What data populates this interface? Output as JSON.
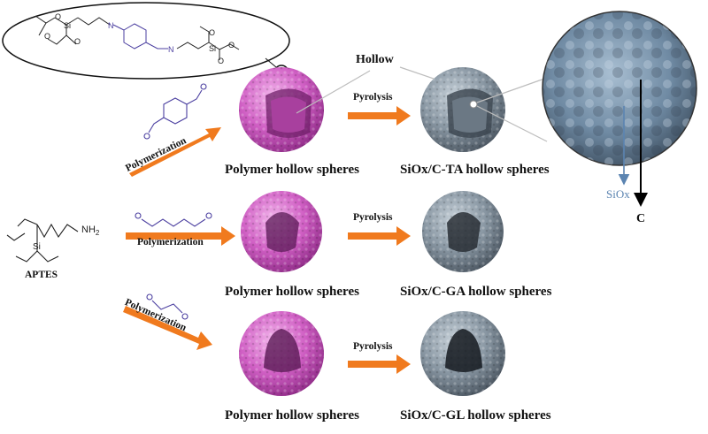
{
  "labels": {
    "hollow": "Hollow",
    "pyrolysis": "Pyrolysis",
    "polymerization": "Polymerization",
    "aptes": "APTES",
    "polymer_hollow_spheres": "Polymer hollow spheres",
    "siox_c_ta": "SiOx/C-TA hollow spheres",
    "siox_c_ga": "SiOx/C-GA hollow spheres",
    "siox_c_gl": "SiOx/C-GL hollow spheres",
    "siox": "SiOx",
    "c": "C",
    "nh2": "NH2"
  },
  "colors": {
    "polymer": "#c04bb4",
    "carbon": "#7c8994",
    "arrow": "#f07a1e",
    "molecule_purple": "#4b3fa0",
    "siox_blue": "#5b84b1"
  }
}
